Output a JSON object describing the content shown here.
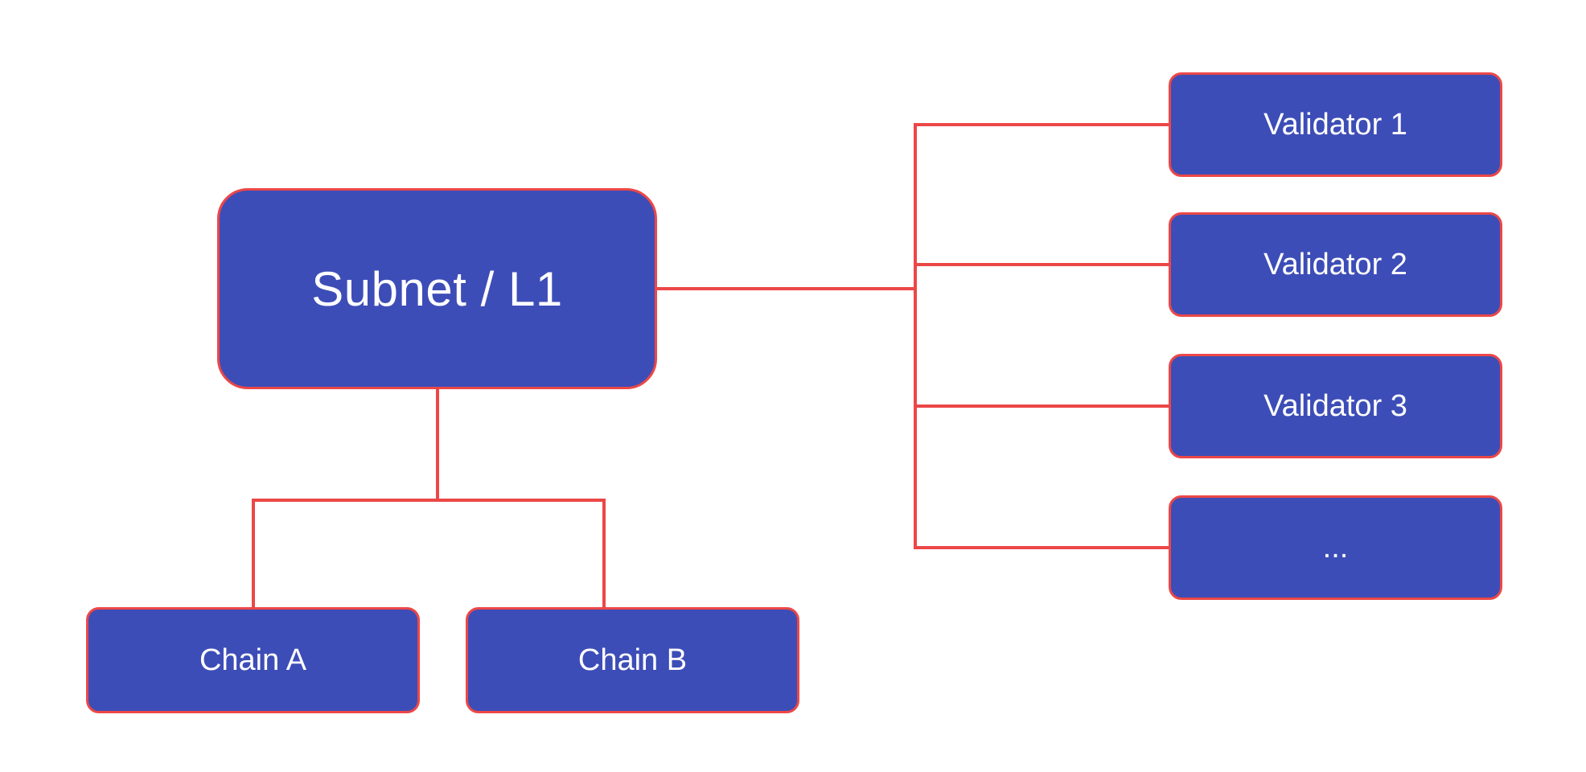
{
  "diagram": {
    "title": "Subnet / L1 topology diagram",
    "colors": {
      "background": "#ffffff",
      "box_fill": "#3D4DB7",
      "box_border": "#EC4747",
      "line": "#EC4747",
      "text": "#ffffff"
    },
    "root": {
      "label": "Subnet / L1"
    },
    "validators": [
      {
        "label": "Validator 1"
      },
      {
        "label": "Validator 2"
      },
      {
        "label": "Validator 3"
      },
      {
        "label": "..."
      }
    ],
    "chains": [
      {
        "label": "Chain A"
      },
      {
        "label": "Chain B"
      }
    ]
  }
}
